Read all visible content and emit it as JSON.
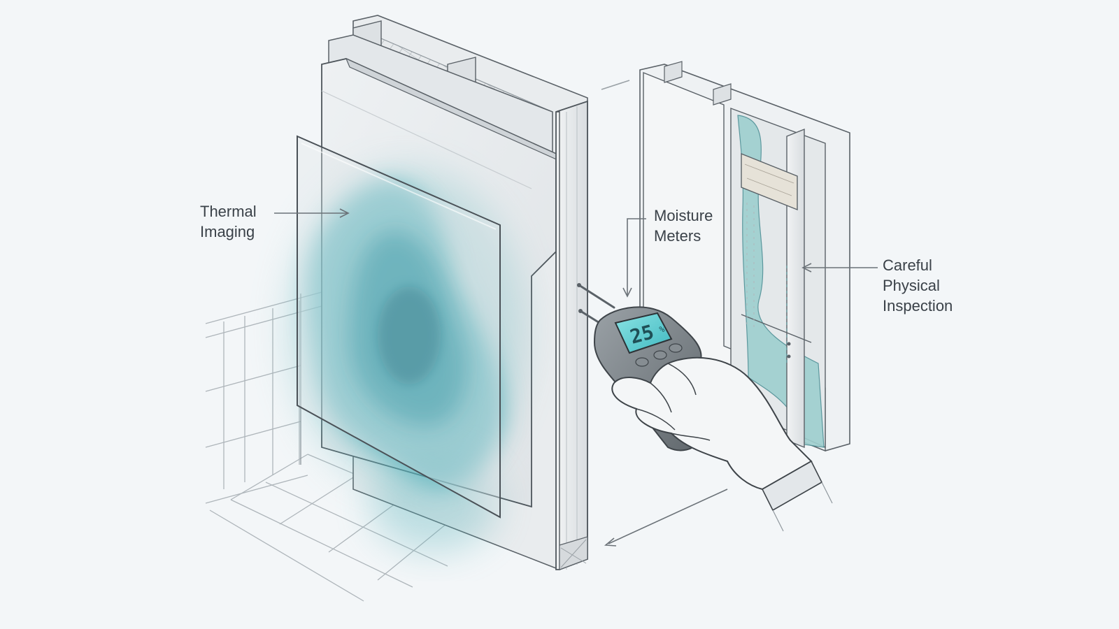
{
  "labels": {
    "thermal_imaging": {
      "line1": "Thermal",
      "line2": "Imaging"
    },
    "moisture_meters": {
      "line1": "Moisture",
      "line2": "Meters"
    },
    "careful_inspection": {
      "line1": "Careful",
      "line2": "Physical",
      "line3": "Inspection"
    }
  },
  "meter_display": {
    "reading": "25",
    "unit": "%"
  },
  "icons": [
    "moisture-meter-icon",
    "gloved-hand-icon",
    "thermal-scan-panel-icon",
    "wall-section-icon",
    "open-wall-cavity-icon"
  ],
  "colors": {
    "background": "#f3f6f8",
    "line": "#555c63",
    "moisture_teal": "#1f9aa5",
    "moisture_deep": "#0f6f80",
    "meter_screen": "#6fd6d9",
    "label_text": "#3a4148"
  }
}
